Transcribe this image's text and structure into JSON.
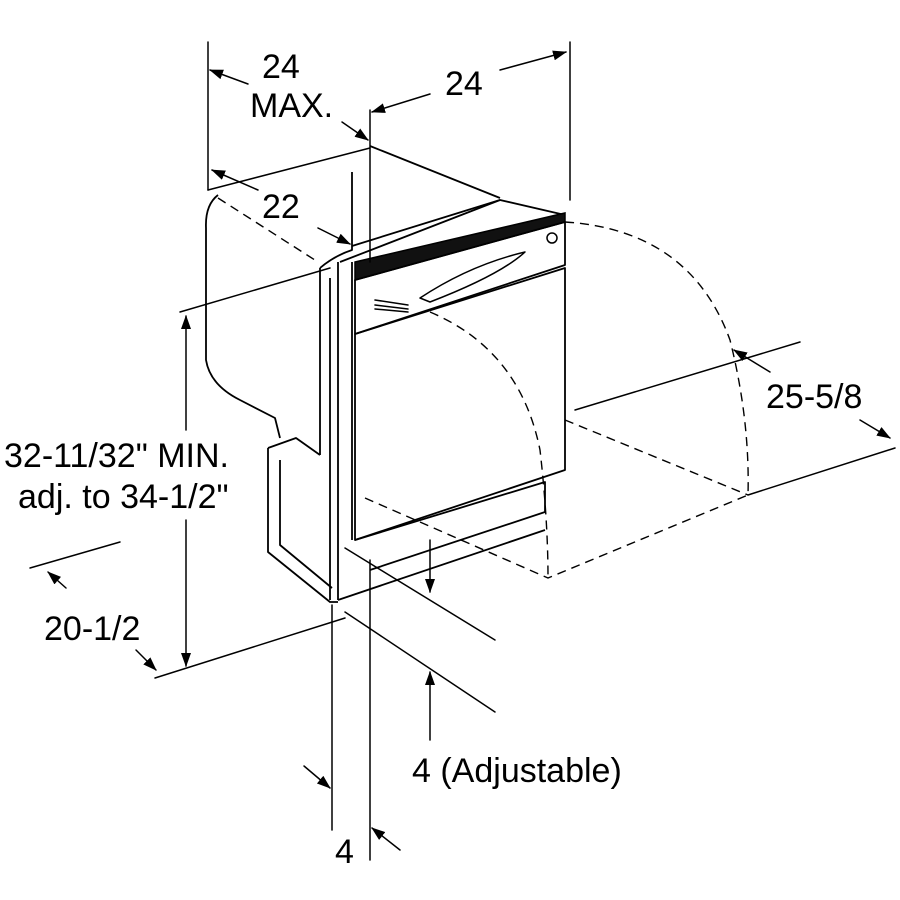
{
  "colors": {
    "line": "#000000",
    "background": "#ffffff"
  },
  "dimensions": {
    "width_max_value": "24",
    "width_max_note": "MAX.",
    "depth_top": "24",
    "depth_side": "22",
    "door_swing": "25-5/8",
    "height_line1": "32-11/32\" MIN.",
    "height_line2": "adj. to 34-1/2\"",
    "depth_bottom": "20-1/2",
    "toe_kick": "4 (Adjustable)",
    "panel_gap": "4"
  }
}
